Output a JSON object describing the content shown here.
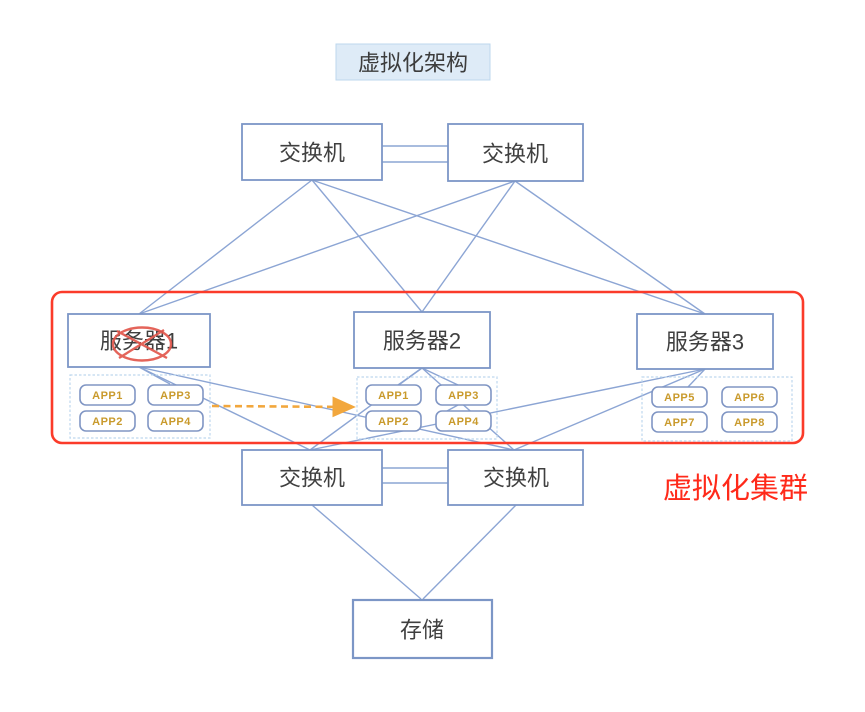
{
  "title": "虚拟化架构",
  "cluster_label": "虚拟化集群",
  "nodes": {
    "switch_top_left": "交换机",
    "switch_top_right": "交换机",
    "switch_bottom_left": "交换机",
    "switch_bottom_right": "交换机",
    "storage": "存储",
    "servers": [
      {
        "label": "服务器1",
        "apps": [
          "APP1",
          "APP3",
          "APP2",
          "APP4"
        ]
      },
      {
        "label": "服务器2",
        "apps": [
          "APP1",
          "APP3",
          "APP2",
          "APP4"
        ]
      },
      {
        "label": "服务器3",
        "apps": [
          "APP5",
          "APP6",
          "APP7",
          "APP8"
        ]
      }
    ]
  },
  "annotations": {
    "failed_server_marker": "crossed-out-ellipse-on-server-1",
    "migration_arrow": "dashed-arrow-server1-apps-to-server2-apps"
  },
  "colors": {
    "connector_blue": "#8ca5d4",
    "box_border_blue": "#7c96c6",
    "cluster_red": "#fb3b2a",
    "annotation_red": "#e2574d",
    "arrow_orange": "#f2a73d",
    "app_text_gold": "#c99a2c",
    "title_bg": "#deebf7",
    "label_gray": "#3f3f3f"
  }
}
